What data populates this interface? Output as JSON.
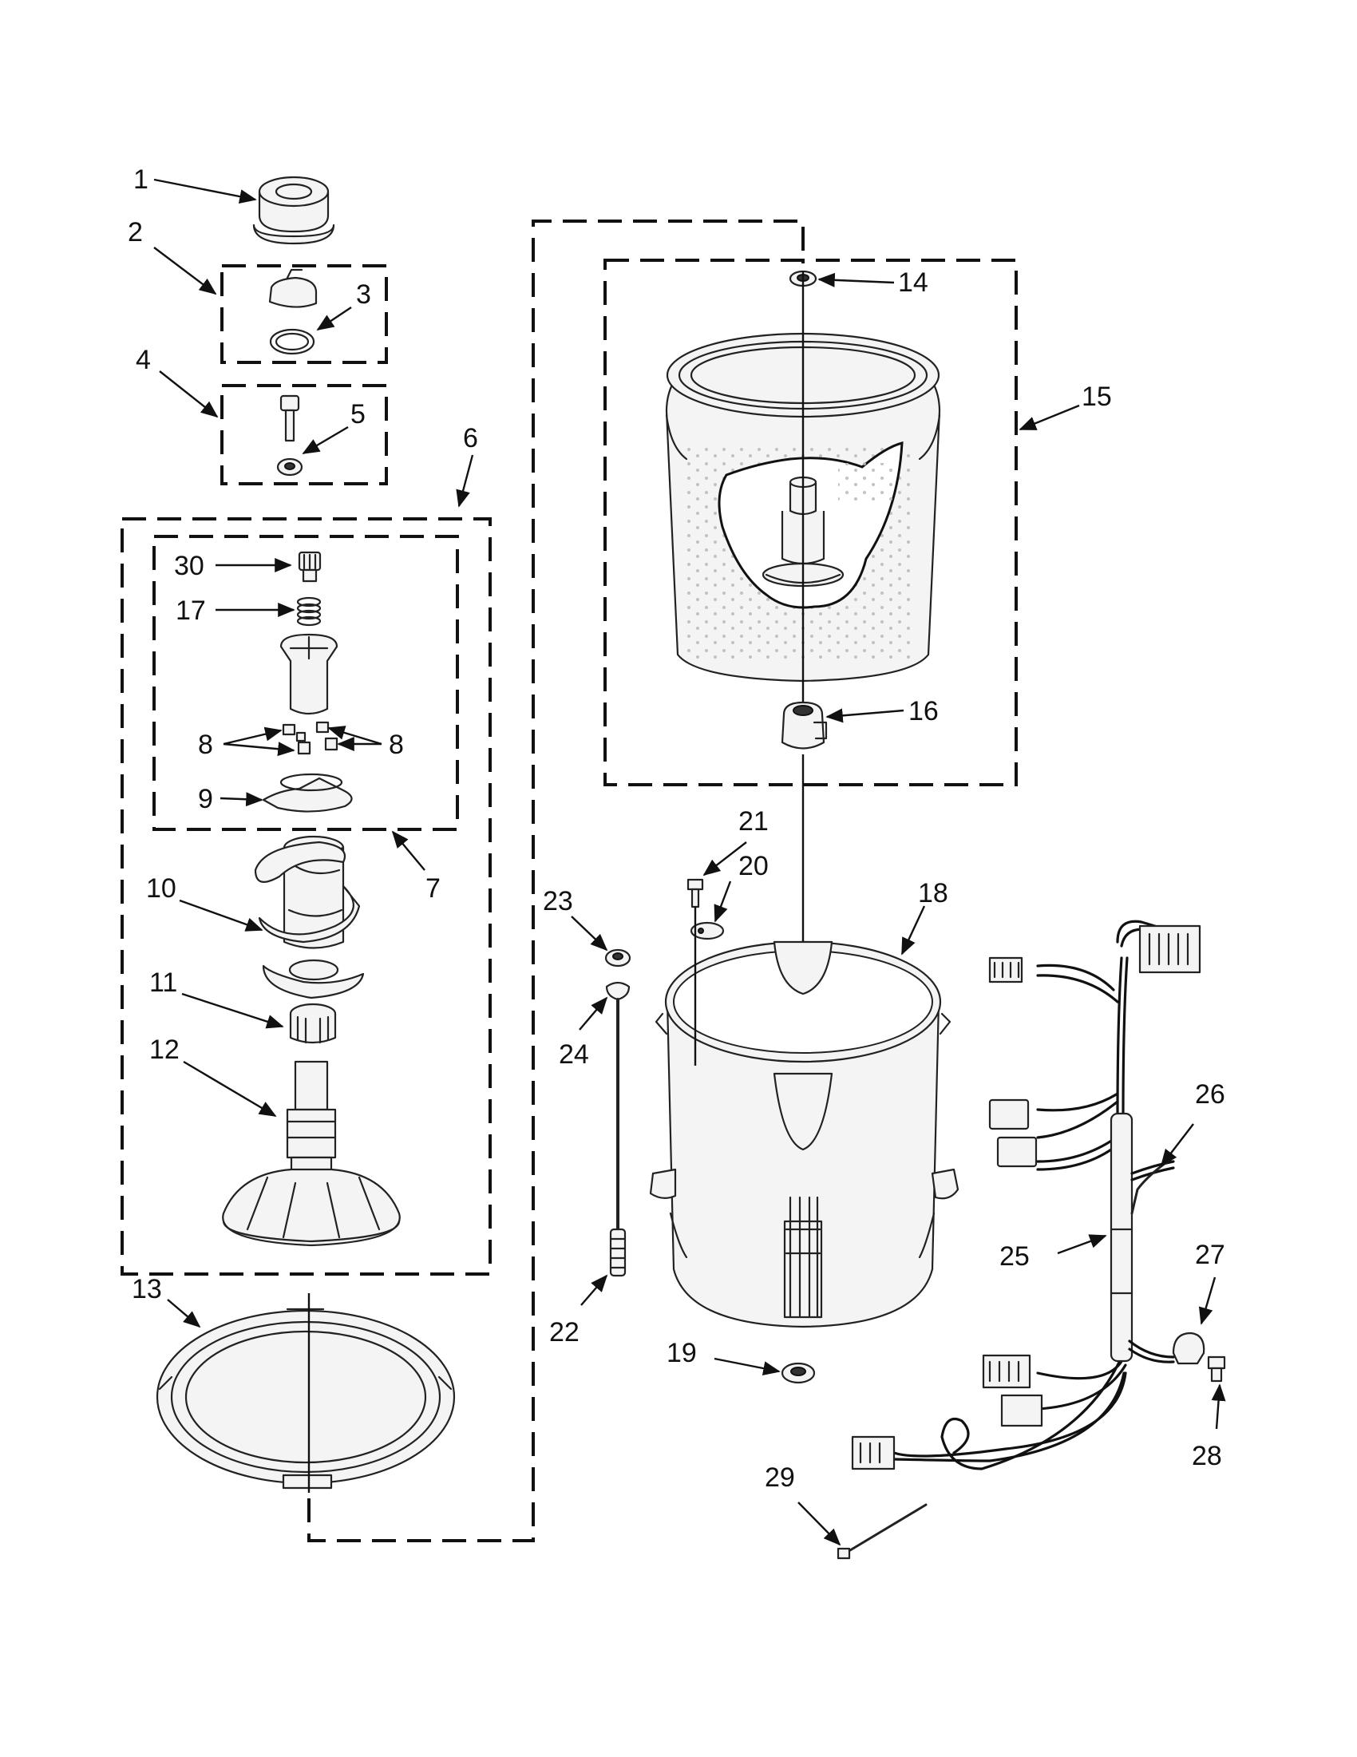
{
  "callouts": [
    {
      "id": "c1",
      "text": "1"
    },
    {
      "id": "c2",
      "text": "2"
    },
    {
      "id": "c3",
      "text": "3"
    },
    {
      "id": "c4",
      "text": "4"
    },
    {
      "id": "c5",
      "text": "5"
    },
    {
      "id": "c6",
      "text": "6"
    },
    {
      "id": "c7",
      "text": "7"
    },
    {
      "id": "c8a",
      "text": "8"
    },
    {
      "id": "c8b",
      "text": "8"
    },
    {
      "id": "c9",
      "text": "9"
    },
    {
      "id": "c10",
      "text": "10"
    },
    {
      "id": "c11",
      "text": "11"
    },
    {
      "id": "c12",
      "text": "12"
    },
    {
      "id": "c13",
      "text": "13"
    },
    {
      "id": "c14",
      "text": "14"
    },
    {
      "id": "c15",
      "text": "15"
    },
    {
      "id": "c16",
      "text": "16"
    },
    {
      "id": "c17",
      "text": "17"
    },
    {
      "id": "c18",
      "text": "18"
    },
    {
      "id": "c19",
      "text": "19"
    },
    {
      "id": "c20",
      "text": "20"
    },
    {
      "id": "c21",
      "text": "21"
    },
    {
      "id": "c22",
      "text": "22"
    },
    {
      "id": "c23",
      "text": "23"
    },
    {
      "id": "c24",
      "text": "24"
    },
    {
      "id": "c25",
      "text": "25"
    },
    {
      "id": "c26",
      "text": "26"
    },
    {
      "id": "c27",
      "text": "27"
    },
    {
      "id": "c28",
      "text": "28"
    },
    {
      "id": "c29",
      "text": "29"
    },
    {
      "id": "c30",
      "text": "30"
    }
  ]
}
